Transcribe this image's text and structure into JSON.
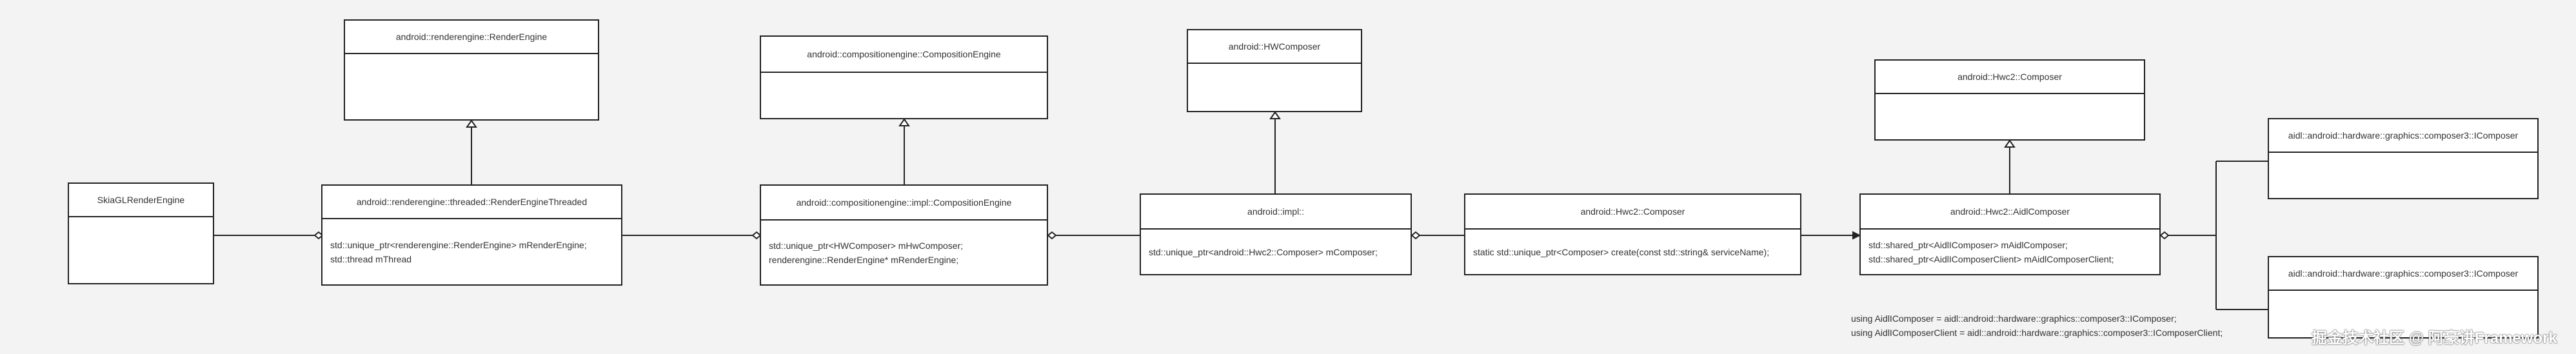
{
  "classes": {
    "skia": {
      "name": "SkiaGLRenderEngine",
      "members": []
    },
    "render_engine": {
      "name": "android::renderengine::RenderEngine",
      "members": []
    },
    "render_engine_threaded": {
      "name": "android::renderengine::threaded::RenderEngineThreaded",
      "members": [
        "std::unique_ptr<renderengine::RenderEngine> mRenderEngine;",
        "std::thread mThread"
      ]
    },
    "composition_engine": {
      "name": "android::compositionengine::CompositionEngine",
      "members": []
    },
    "composition_engine_impl": {
      "name": "android::compositionengine::impl::CompositionEngine",
      "members": [
        "std::unique_ptr<HWComposer> mHwComposer;",
        "renderengine::RenderEngine* mRenderEngine;"
      ]
    },
    "hwcomposer": {
      "name": "android::HWComposer",
      "members": []
    },
    "impl": {
      "name": "android::impl::",
      "members": [
        "std::unique_ptr<android::Hwc2::Composer> mComposer;"
      ]
    },
    "hwc2_composer_impl": {
      "name": "android::Hwc2::Composer",
      "members": [
        "static std::unique_ptr<Composer> create(const std::string& serviceName);"
      ]
    },
    "hwc2_composer": {
      "name": "android::Hwc2::Composer",
      "members": []
    },
    "aidl_composer": {
      "name": "android::Hwc2::AidlComposer",
      "members": [
        "std::shared_ptr<AidlIComposer> mAidlComposer;",
        "std::shared_ptr<AidlIComposerClient> mAidlComposerClient;"
      ]
    },
    "icomposer_1": {
      "name": "aidl::android::hardware::graphics::composer3::IComposer",
      "members": []
    },
    "icomposer_2": {
      "name": "aidl::android::hardware::graphics::composer3::IComposer",
      "members": []
    }
  },
  "notes": [
    "using AidlIComposer = aidl::android::hardware::graphics::composer3::IComposer;",
    "using AidlIComposerClient = aidl::android::hardware::graphics::composer3::IComposerClient;"
  ],
  "watermark": "掘金技术社区 @ 阿豪讲Framework"
}
